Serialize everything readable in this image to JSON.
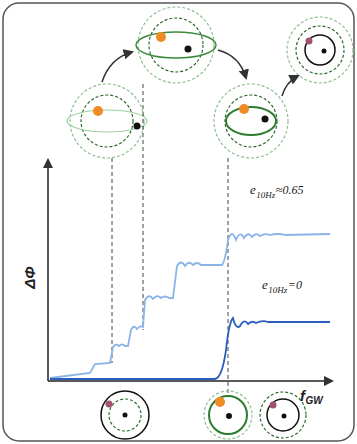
{
  "diagram": {
    "labels": [
      "ΔΦ",
      "f",
      "GW",
      "e",
      "10Hz",
      "≈0.65",
      "e",
      "10Hz",
      "=0"
    ]
  }
}
